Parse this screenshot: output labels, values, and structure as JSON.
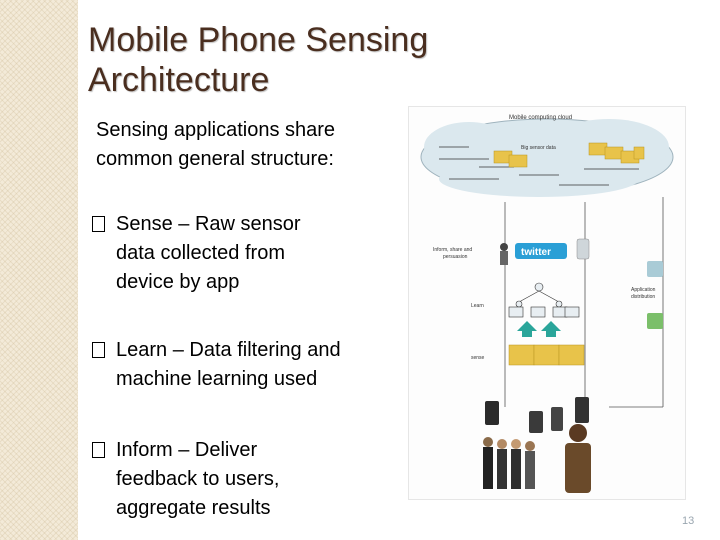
{
  "slide": {
    "title_line1": "Mobile Phone Sensing",
    "title_line2": "Architecture",
    "intro_line1": "Sensing applications share",
    "intro_line2": "common general structure:",
    "bullets": [
      {
        "line1": "Sense – Raw sensor",
        "line2": "data collected from",
        "line3": "device by app"
      },
      {
        "line1": "Learn – Data filtering and",
        "line2": "machine learning used"
      },
      {
        "line1": "Inform – Deliver",
        "line2": "feedback to users,",
        "line3": "aggregate results"
      }
    ],
    "page_number": "13"
  },
  "figure": {
    "cloud_label": "Mobile computing cloud",
    "big_data_label": "Big sensor data",
    "inform_label_1": "Inform, share and",
    "inform_label_2": "persuasion",
    "twitter_label": "twitter",
    "learn_label": "Learn",
    "sense_label": "sense",
    "app_dist_label_1": "Application",
    "app_dist_label_2": "distribution"
  },
  "colors": {
    "title": "#4a2e1f",
    "accent_strip": "#f3ead8",
    "cloud_fill": "#dbe8ee",
    "twitter_blue": "#2a9fd6",
    "sensor_yellow": "#e8c34a",
    "learn_teal": "#2aa59a"
  }
}
